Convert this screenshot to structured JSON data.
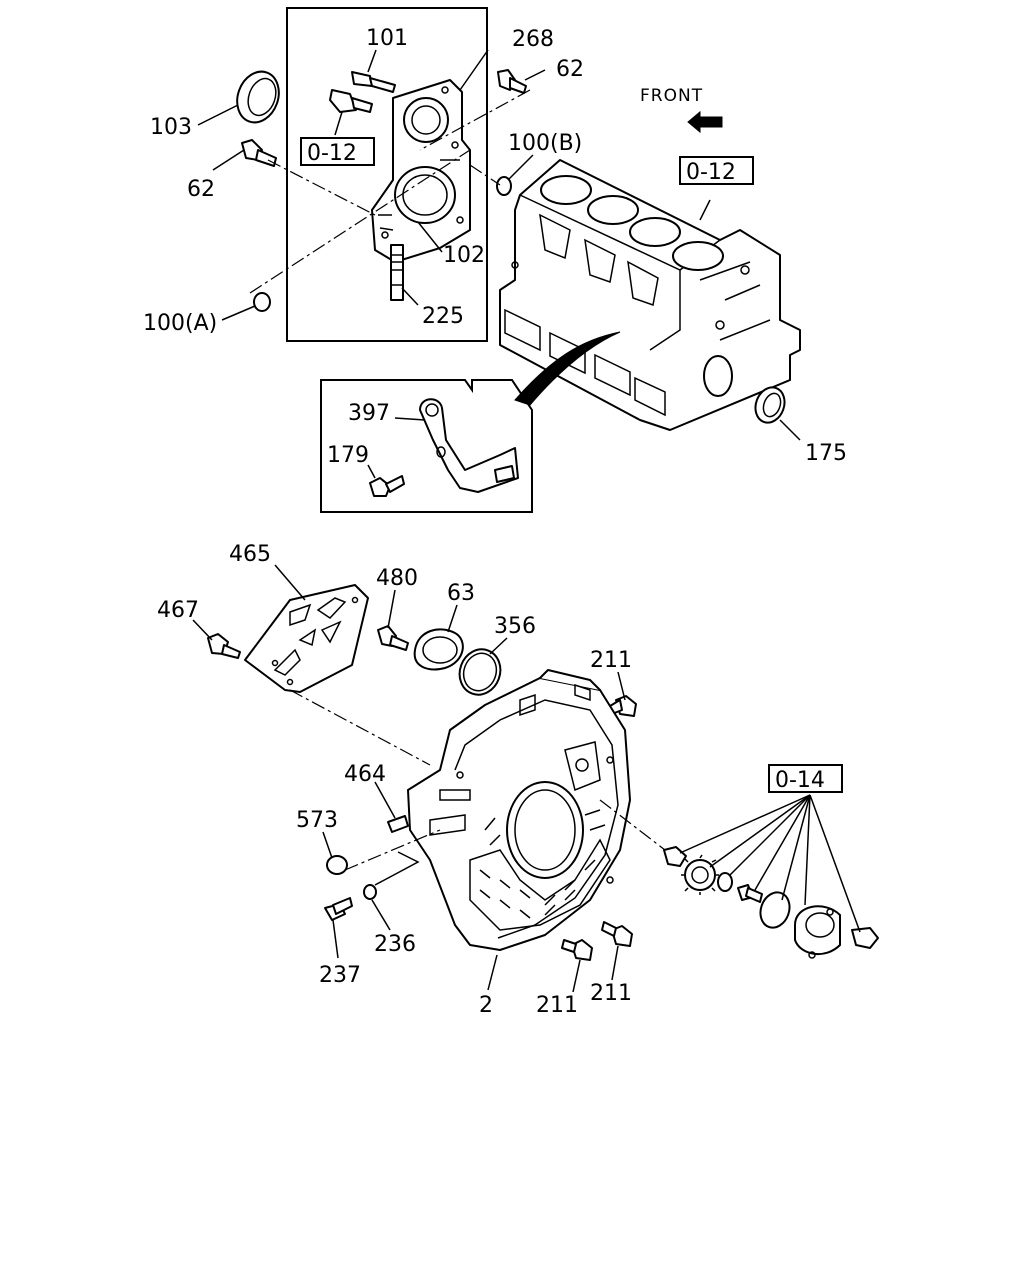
{
  "front_label": "FRONT",
  "refs": {
    "upper_cover": "0-12",
    "cylinder_block": "0-12",
    "flywheel_housing": "0-14"
  },
  "labels": {
    "p101": "101",
    "p268": "268",
    "p62_top": "62",
    "p103": "103",
    "p62_left": "62",
    "p100b": "100(B)",
    "p102": "102",
    "p225": "225",
    "p100a": "100(A)",
    "p397": "397",
    "p179": "179",
    "p175": "175",
    "p465": "465",
    "p467": "467",
    "p480": "480",
    "p63": "63",
    "p356": "356",
    "p211_top": "211",
    "p464": "464",
    "p573": "573",
    "p237": "237",
    "p236": "236",
    "p2": "2",
    "p211_bl": "211",
    "p211_br": "211"
  }
}
